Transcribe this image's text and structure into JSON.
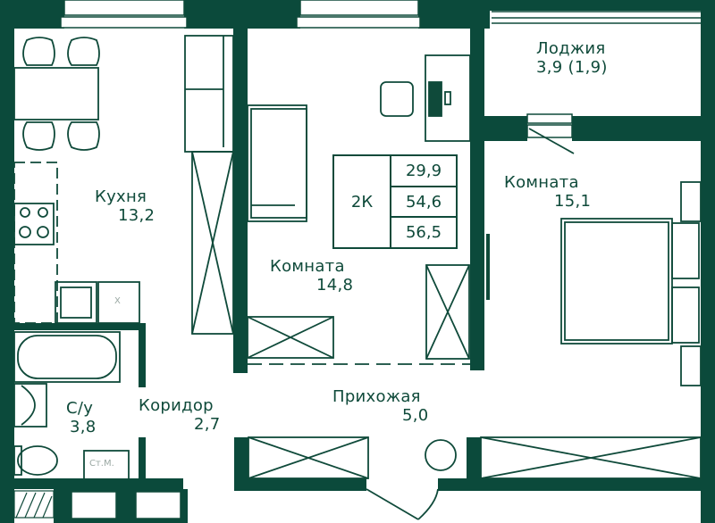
{
  "plan": {
    "type": "2-room apartment floor plan",
    "colors": {
      "wall": "#0b4a3b",
      "line": "#0f4a3a",
      "background": "#ffffff",
      "muted_text": "#9aa8a3"
    }
  },
  "summary": {
    "type": "2К",
    "living_area": "29,9",
    "total_area": "54,6",
    "total_area_with_loggia": "56,5"
  },
  "rooms": [
    {
      "name": "Кухня",
      "area": "13,2"
    },
    {
      "name": "Комната",
      "area": "14,8"
    },
    {
      "name": "Лоджия",
      "area": "3,9 (1,9)"
    },
    {
      "name": "Комната",
      "area": "15,1"
    },
    {
      "name": "С/у",
      "area": "3,8"
    },
    {
      "name": "Коридор",
      "area": "2,7"
    },
    {
      "name": "Прихожая",
      "area": "5,0"
    }
  ],
  "fixtures": {
    "kitchen_x_mark": "X",
    "washing_machine": "Ст.М."
  }
}
